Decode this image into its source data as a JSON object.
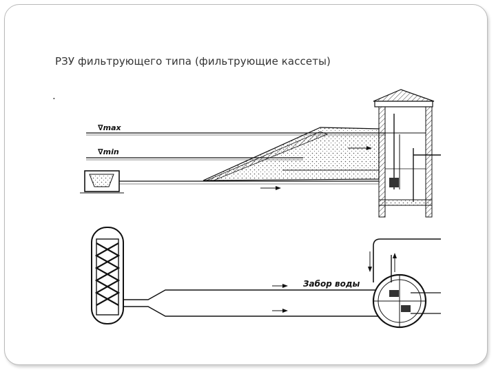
{
  "slide": {
    "title": "РЗУ фильтрующего типа (фильтрующие кассеты)",
    "bullet": "."
  },
  "diagram": {
    "labels": {
      "level_max": "∇max",
      "level_min": "∇min",
      "water_intake": "Забор воды"
    },
    "colors": {
      "line": "#111111",
      "frame_border": "#b9b9b9",
      "title_text": "#333333",
      "fill_hatch": "#c8c8c8"
    }
  }
}
